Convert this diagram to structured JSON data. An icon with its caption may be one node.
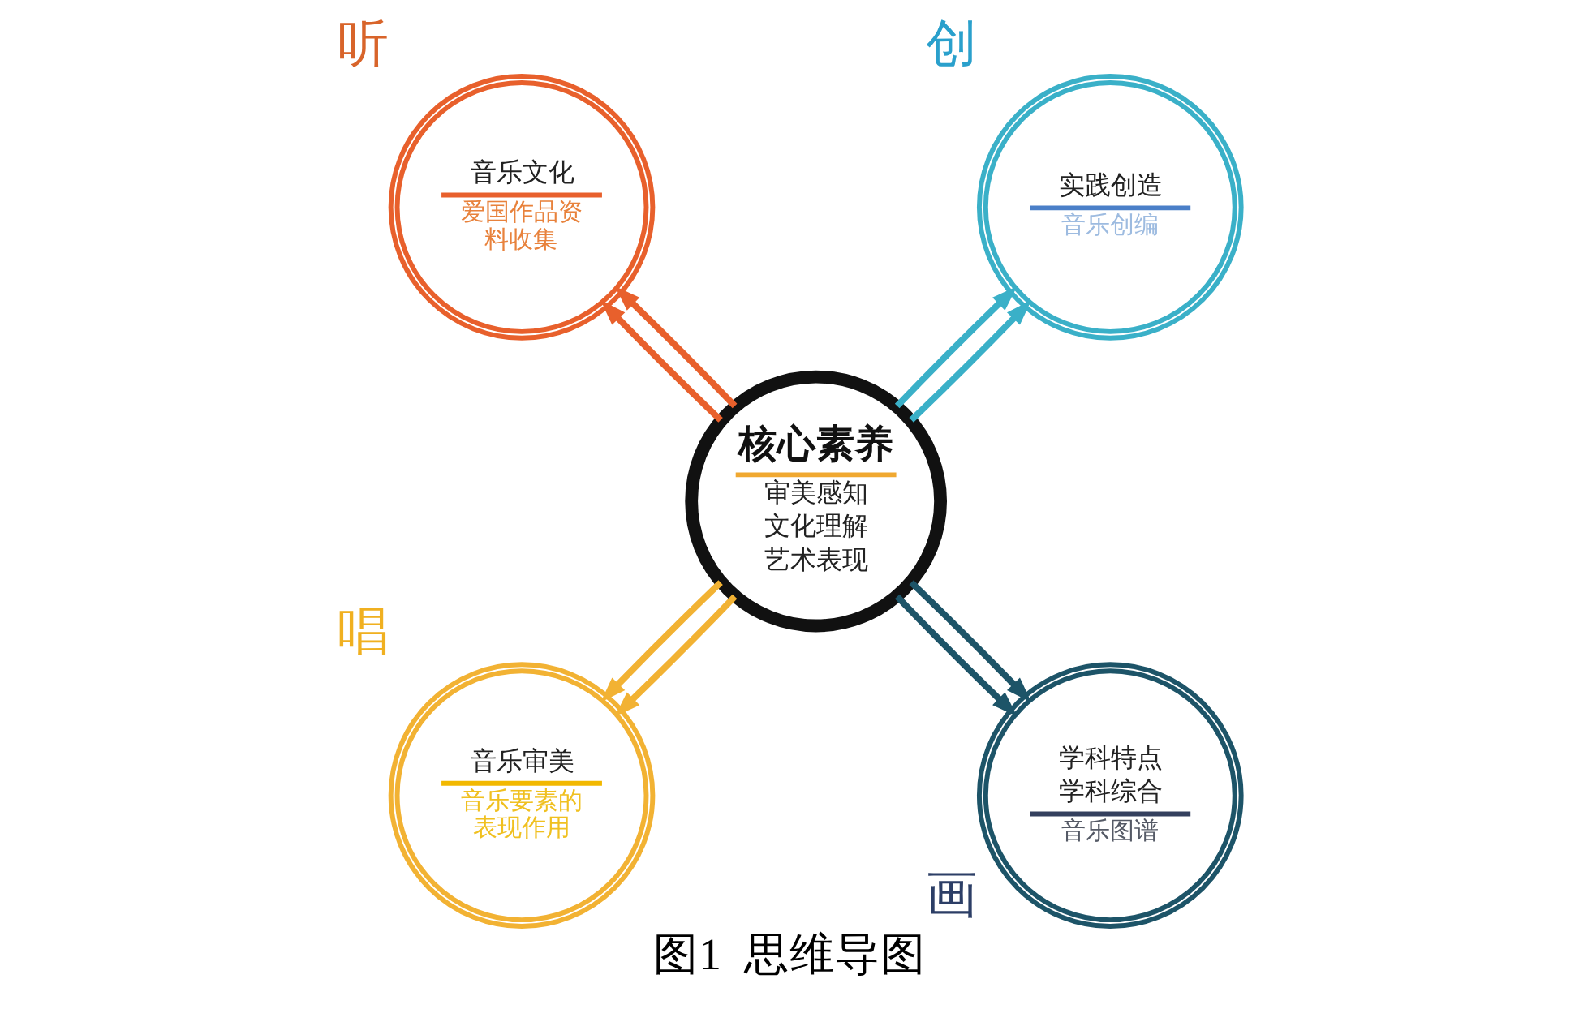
{
  "diagram": {
    "caption": "图1  思维导图",
    "nodes": [
      {
        "text": [
          "核心素养",
          "审美感知",
          "文化理解",
          "艺术表现"
        ]
      },
      {
        "text": [
          "音乐文化",
          "爱国作品资料收集"
        ],
        "beside": [
          "听"
        ]
      },
      {
        "text": [
          "实践创造",
          "音乐创编"
        ],
        "beside": [
          "创"
        ]
      },
      {
        "text": [
          "音乐审美",
          "音乐要素的表现作用"
        ],
        "beside": [
          "唱"
        ]
      },
      {
        "text": [
          "学科特点",
          "学科综合",
          "音乐图谱"
        ],
        "beside": [
          "画"
        ]
      }
    ],
    "edges": [
      {
        "from": 0,
        "to": 1,
        "arrow": "to",
        "color": "#e8602c"
      },
      {
        "from": 0,
        "to": 1,
        "arrow": "to",
        "color": "#e8602c"
      },
      {
        "from": 0,
        "to": 2,
        "arrow": "to",
        "color": "#3ab0c8"
      },
      {
        "from": 0,
        "to": 2,
        "arrow": "to",
        "color": "#3ab0c8"
      },
      {
        "from": 0,
        "to": 3,
        "arrow": "to",
        "color": "#f2b233"
      },
      {
        "from": 0,
        "to": 3,
        "arrow": "to",
        "color": "#f2b233"
      },
      {
        "from": 0,
        "to": 4,
        "arrow": "to",
        "color": "#1d5468"
      },
      {
        "from": 0,
        "to": 4,
        "arrow": "to",
        "color": "#1d5468"
      }
    ]
  }
}
